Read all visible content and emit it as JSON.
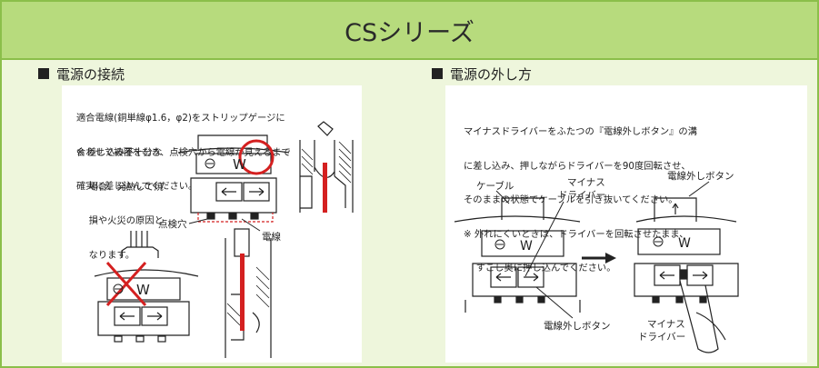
{
  "title": "CSシリーズ",
  "left": {
    "heading": "電源の接続",
    "instructions": [
      "適合電線(銅単線φ1.6，φ2)をストリップゲージに",
      "合わせて被覆をむき、点検穴から電線が見えるまで",
      "確実に差し込んでください。"
    ],
    "warning": [
      "※ 差し込み不十分な",
      "　 場合、発熱して焼",
      "　 損や火災の原因と",
      "　 なります。"
    ],
    "label_inspection_hole": "点検穴",
    "label_wire": "電線",
    "terminal_mark": "W"
  },
  "right": {
    "heading": "電源の外し方",
    "instructions": [
      "マイナスドライバーをふたつの『電線外しボタン』の溝",
      "に差し込み、押しながらドライバーを90度回転させ、",
      "そのままの状態でケーブルを引き抜いてください。",
      "※ 外れにくいときは、ドライバーを回転させたまま、",
      "　 すこし奥に押し込んでください。"
    ],
    "label_cable": "ケーブル",
    "label_screwdriver_1": "マイナス",
    "label_screwdriver_2": "ドライバー",
    "label_release_button_top": "電線外しボタン",
    "label_release_button_bottom": "電線外しボタン",
    "label_screwdriver_b1": "マイナス",
    "label_screwdriver_b2": "ドライバー",
    "terminal_mark": "W"
  },
  "colors": {
    "accent_red": "#d42020",
    "title_green": "#b7db7d",
    "border_green": "#8bbf4a"
  }
}
